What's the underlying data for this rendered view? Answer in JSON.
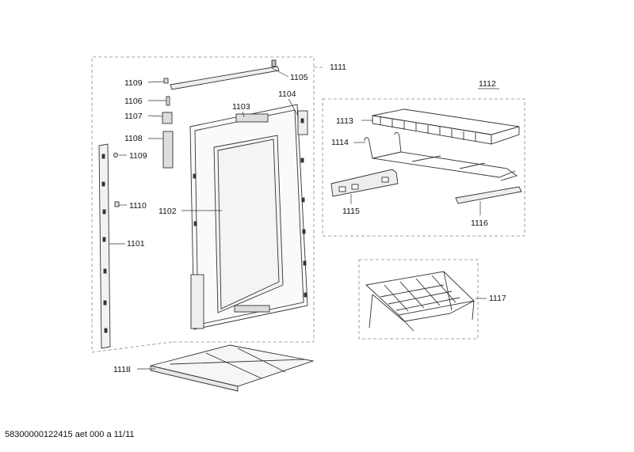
{
  "diagram": {
    "parts": {
      "p1101": "1101",
      "p1102": "1102",
      "p1103": "1103",
      "p1104": "1104",
      "p1105": "1105",
      "p1106": "1106",
      "p1107": "1107",
      "p1108": "1108",
      "p1109a": "1109",
      "p1109b": "1109",
      "p1110": "1110",
      "p1111": "1111",
      "p1112": "1112",
      "p1113": "1113",
      "p1114": "1114",
      "p1115": "1115",
      "p1116": "1116",
      "p1117": "1117",
      "p1118": "1118"
    },
    "colors": {
      "line": "#333333",
      "dash": "#888888",
      "glass": "#f4f4f4"
    }
  },
  "footer": {
    "doc_id": "58300000122415 aet 000 a 11/11"
  }
}
